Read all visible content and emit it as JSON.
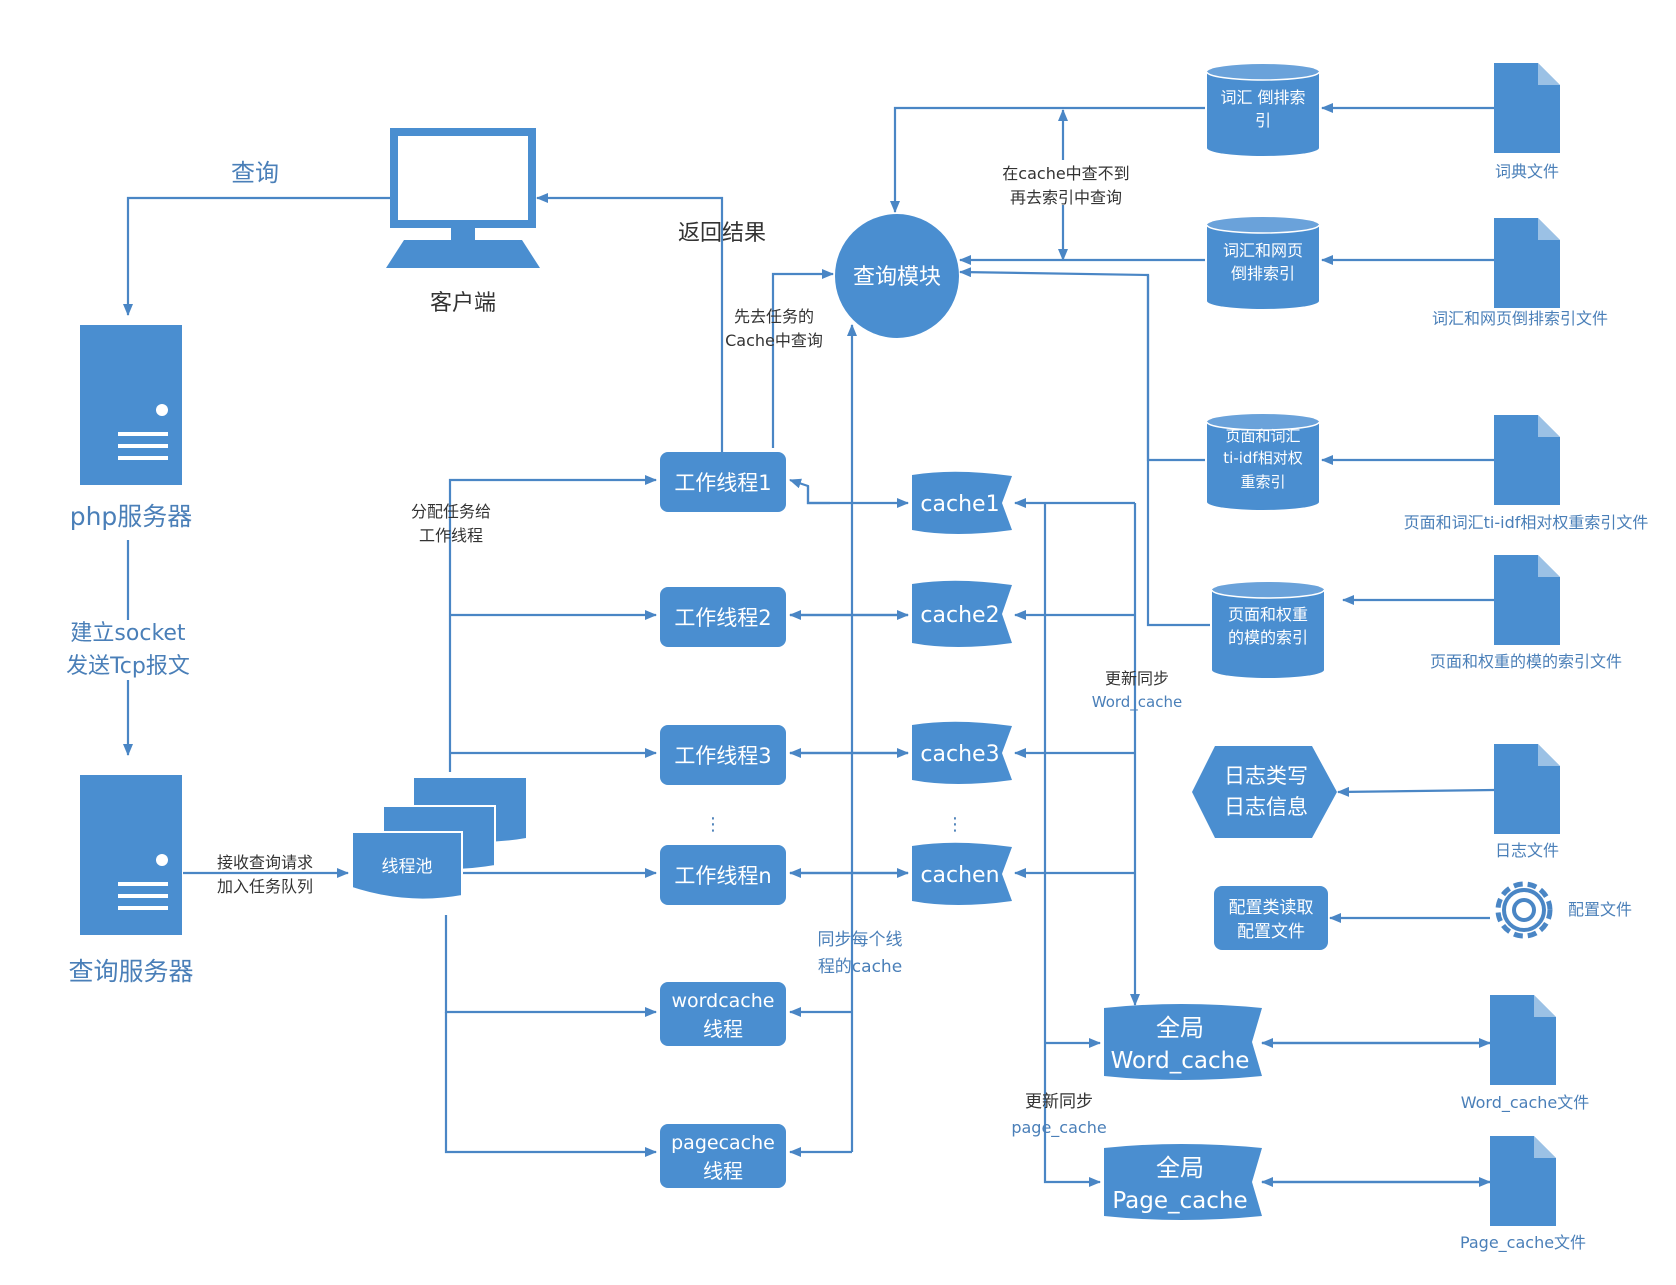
{
  "nodes": {
    "client": "客户端",
    "php_server": "php服务器",
    "query_server": "查询服务器",
    "thread_pool": "线程池",
    "query_module": "查询模块",
    "worker1": "工作线程1",
    "worker2": "工作线程2",
    "worker3": "工作线程3",
    "workern": "工作线程n",
    "wordcache_thread": [
      "wordcache",
      "线程"
    ],
    "pagecache_thread": [
      "pagecache",
      "线程"
    ],
    "cache1": "cache1",
    "cache2": "cache2",
    "cache3": "cache3",
    "cachen": "cachen",
    "global_word_cache": [
      "全局",
      "Word_cache"
    ],
    "global_page_cache": [
      "全局",
      "Page_cache"
    ],
    "index_word": [
      "词汇 倒排索",
      "引"
    ],
    "index_word_page": [
      "词汇和网页",
      "倒排索引"
    ],
    "index_tfidf": [
      "页面和词汇",
      "ti-idf相对权",
      "重索引"
    ],
    "index_norm": [
      "页面和权重",
      "的模的索引"
    ],
    "logger": [
      "日志类写",
      "日志信息"
    ],
    "config_reader": [
      "配置类读取",
      "配置文件"
    ],
    "ellipsis": "⋮"
  },
  "files": {
    "dict": "词典文件",
    "word_page_index": "词汇和网页倒排索引文件",
    "tfidf_index": "页面和词汇ti-idf相对权重索引文件",
    "norm_index": "页面和权重的模的索引文件",
    "log": "日志文件",
    "config": "配置文件",
    "word_cache": "Word_cache文件",
    "page_cache": "Page_cache文件"
  },
  "labels": {
    "query": "查询",
    "return_result": "返回结果",
    "socket": [
      "建立socket",
      "发送Tcp报文"
    ],
    "receive": [
      "接收查询请求",
      "加入任务队列"
    ],
    "assign": [
      "分配任务给",
      "工作线程"
    ],
    "cache_first": [
      "先去任务的",
      "Cache中查询"
    ],
    "index_fallback": [
      "在cache中查不到",
      "再去索引中查询"
    ],
    "sync_word": [
      "更新同步",
      "Word_cache"
    ],
    "sync_page": [
      "更新同步",
      "page_cache"
    ],
    "sync_threads": [
      "同步每个线",
      "程的cache"
    ]
  },
  "colors": {
    "shape": "#4a8ed0",
    "line": "#4a86c5",
    "label": "#4a7fb8"
  }
}
